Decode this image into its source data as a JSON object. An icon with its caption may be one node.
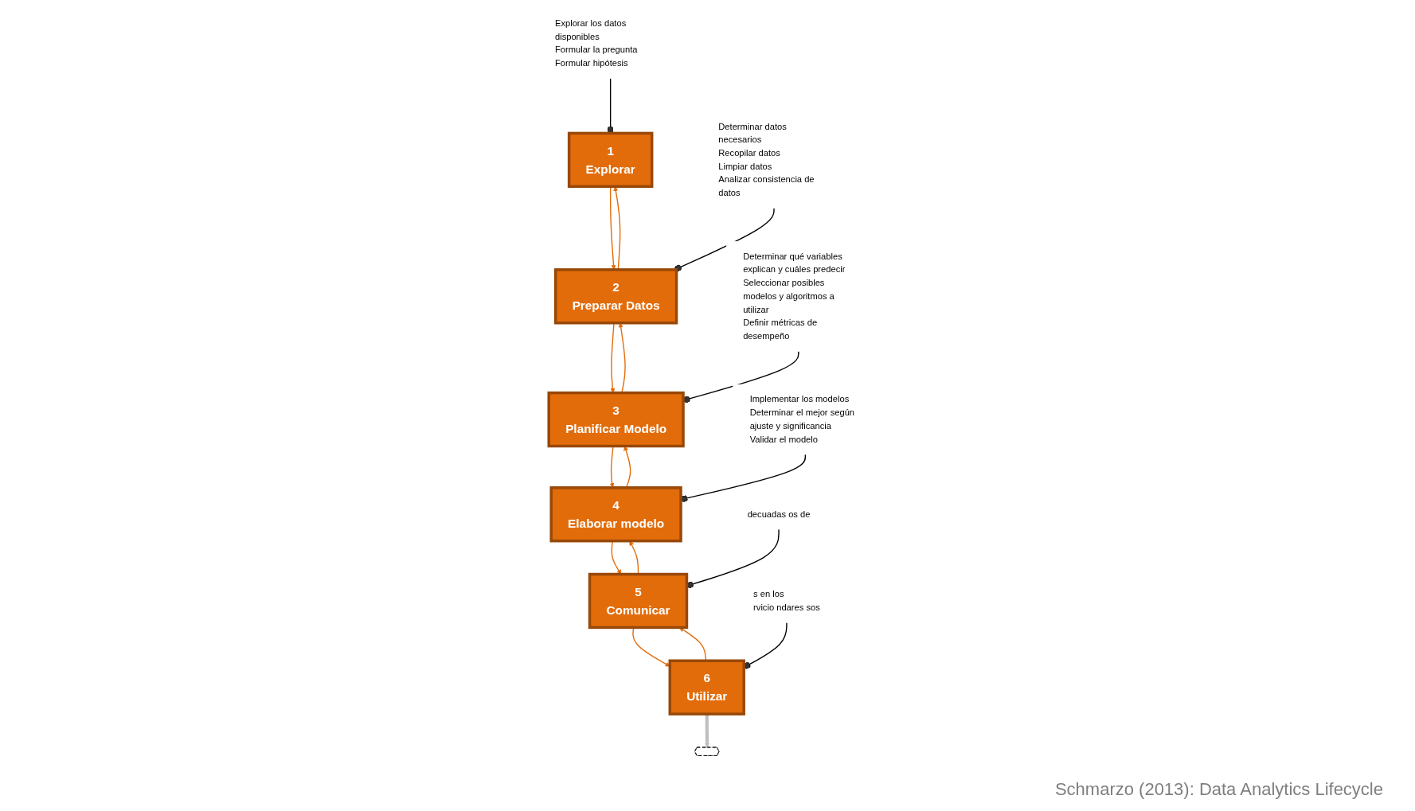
{
  "diagram": {
    "caption": "Schmarzo (2013): Data Analytics Lifecycle",
    "nodes": [
      {
        "text": [
          "1",
          "Explorar"
        ]
      },
      {
        "text": [
          "2",
          "Preparar Datos"
        ]
      },
      {
        "text": [
          "3",
          "Planificar Modelo"
        ]
      },
      {
        "text": [
          "4",
          "Elaborar modelo"
        ]
      },
      {
        "text": [
          "5",
          "Comunicar"
        ]
      },
      {
        "text": [
          "6",
          "Utilizar"
        ]
      },
      {
        "text": [
          "Explorar los datos disponibles",
          "Formular la pregunta",
          "Formular hipótesis"
        ]
      },
      {
        "text": [
          "Determinar datos necesarios",
          "Recopilar datos",
          "Limpiar datos",
          "Analizar consistencia de datos"
        ]
      },
      {
        "text": [
          "Determinar qué variables explican y cuáles predecir",
          "Seleccionar posibles modelos y algoritmos a utilizar",
          "Definir métricas de desempeño"
        ]
      },
      {
        "text": [
          "Implementar los modelos",
          "Determinar el mejor según ajuste y significancia",
          "Validar el modelo"
        ]
      },
      {
        "text": [
          "s en los",
          "rvicio ndares sos"
        ]
      },
      {
        "text": [
          "decuadas os de"
        ]
      },
      {
        "text": [],
        "shape": "star"
      }
    ],
    "edges": [
      {
        "from": 0,
        "to": 1,
        "arrow": "to"
      },
      {
        "from": 1,
        "to": 0,
        "arrow": "to"
      },
      {
        "from": 1,
        "to": 2,
        "arrow": "to"
      },
      {
        "from": 2,
        "to": 1,
        "arrow": "to"
      },
      {
        "from": 2,
        "to": 3,
        "arrow": "to"
      },
      {
        "from": 3,
        "to": 2,
        "arrow": "to"
      },
      {
        "from": 3,
        "to": 4,
        "arrow": "to"
      },
      {
        "from": 4,
        "to": 3,
        "arrow": "to"
      },
      {
        "from": 4,
        "to": 5,
        "arrow": "to"
      },
      {
        "from": 5,
        "to": 4,
        "arrow": "to"
      },
      {
        "from": 5,
        "to": 12,
        "arrow": "to",
        "style": "thick",
        "color": "#bfbfbf"
      },
      {
        "from": 6,
        "to": 0,
        "arrow": "other",
        "color": "#000000"
      },
      {
        "from": 7,
        "to": 1,
        "arrow": "other",
        "color": "#000000"
      },
      {
        "from": 8,
        "to": 2,
        "arrow": "other",
        "color": "#000000"
      },
      {
        "from": 9,
        "to": 3,
        "arrow": "other",
        "color": "#000000"
      },
      {
        "from": 10,
        "to": 5,
        "arrow": "other",
        "color": "#000000"
      },
      {
        "from": 11,
        "to": 4,
        "arrow": "other",
        "color": "#000000"
      }
    ]
  }
}
